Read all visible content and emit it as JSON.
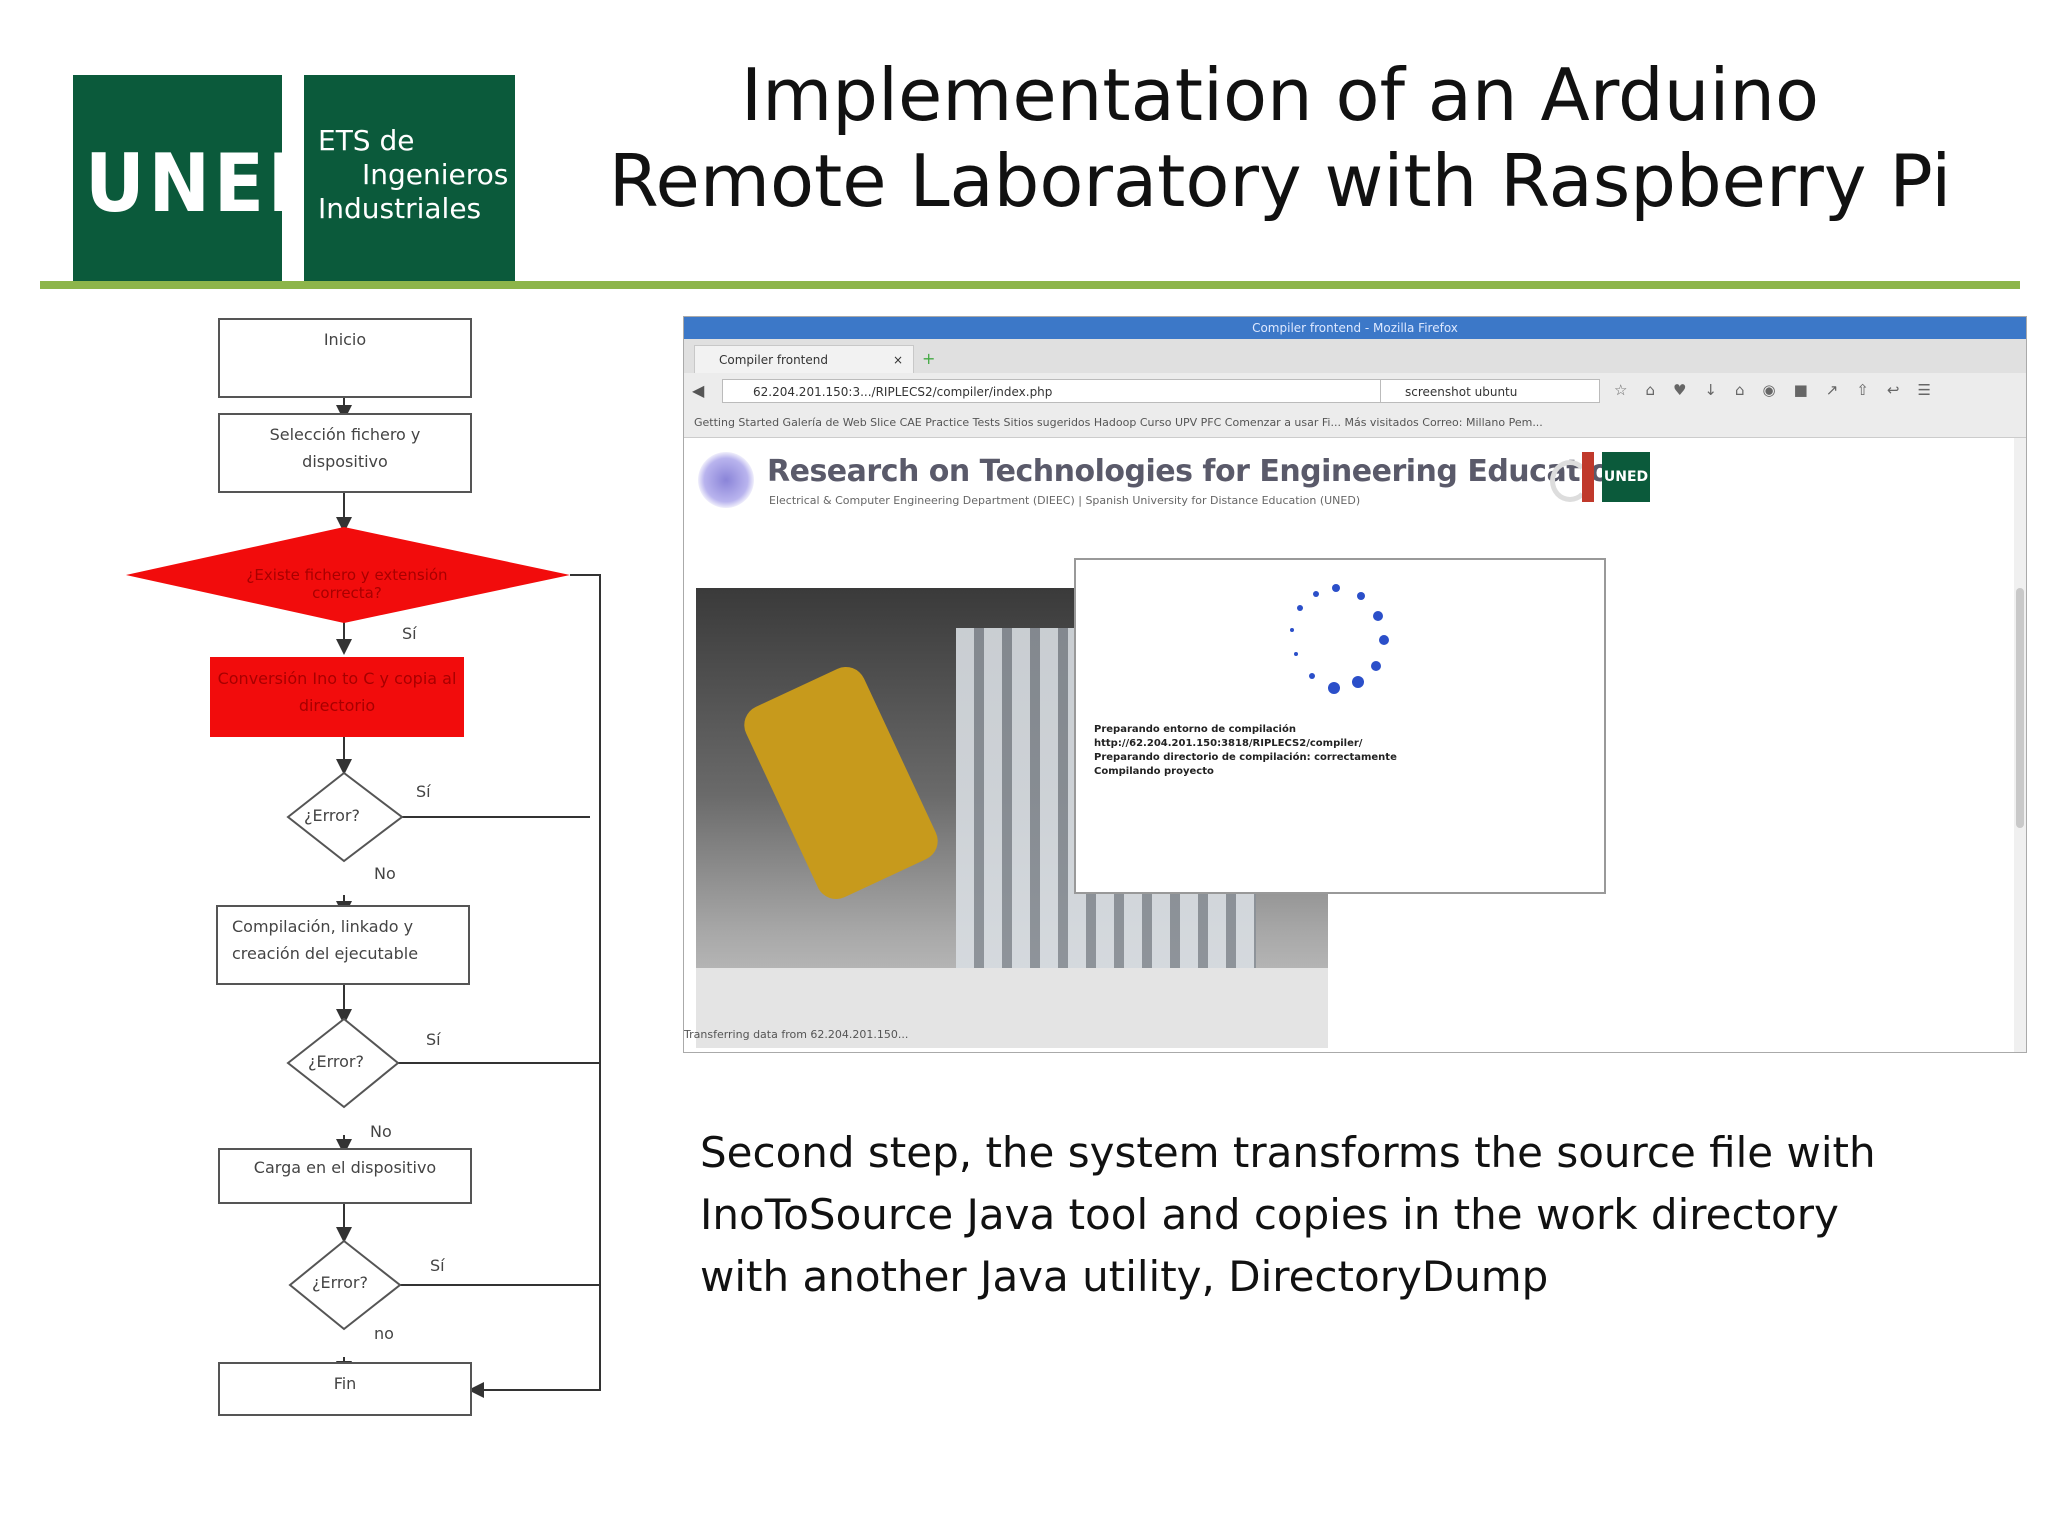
{
  "header": {
    "logo_uned": "UNED",
    "logo_ets_lines": [
      "ETS de",
      "Ingenieros",
      "Industriales"
    ],
    "title_lines": [
      "Implementation of an Arduino",
      "Remote Laboratory with Raspberry Pi"
    ]
  },
  "colors": {
    "uned_green": "#0b5a3b",
    "rule_green": "#8db54a",
    "flow_red": "#f20c0c"
  },
  "flowchart": {
    "start": "Inicio",
    "select": [
      "Selección fichero y",
      "dispositivo"
    ],
    "check_file": "¿Existe fichero y extensión correcta?",
    "yes1": "Sí",
    "convert": [
      "Conversión Ino to C y copia al",
      "directorio"
    ],
    "error": "¿Error?",
    "yes": "Sí",
    "no": "No",
    "compile": [
      "Compilación, linkado y",
      "creación del ejecutable"
    ],
    "load": "Carga en el dispositivo",
    "no_lower": "no",
    "end": "Fin"
  },
  "browser": {
    "window_title": "Compiler frontend - Mozilla Firefox",
    "tab_label": "Compiler frontend",
    "url": "62.204.201.150:3.../RIPLECS2/compiler/index.php",
    "search": "screenshot ubuntu",
    "bookmarks": "Getting Started   Galería de Web Slice   CAE Practice Tests   Sitios sugeridos   Hadoop   Curso UPV   PFC   Comenzar a usar Fi...   Más visitados   Correo: Millano Pem...",
    "site_title": "Research on Technologies for Engineering Education",
    "site_subtitle": "Electrical & Computer Engineering Department (DIEEC) | Spanish University for Distance Education (UNED)",
    "site_logo": "UNED",
    "dialog_lines": [
      "Preparando entorno de compilación",
      "http://62.204.201.150:3818/RIPLECS2/compiler/",
      "Preparando directorio de compilación: correctamente",
      "Compilando proyecto"
    ],
    "status": "Transferring data from 62.204.201.150..."
  },
  "caption": {
    "lines": [
      "Second step, the system transforms the source file with",
      "InoToSource Java tool and copies in the work directory",
      "with another Java utility,  DirectoryDump"
    ]
  }
}
